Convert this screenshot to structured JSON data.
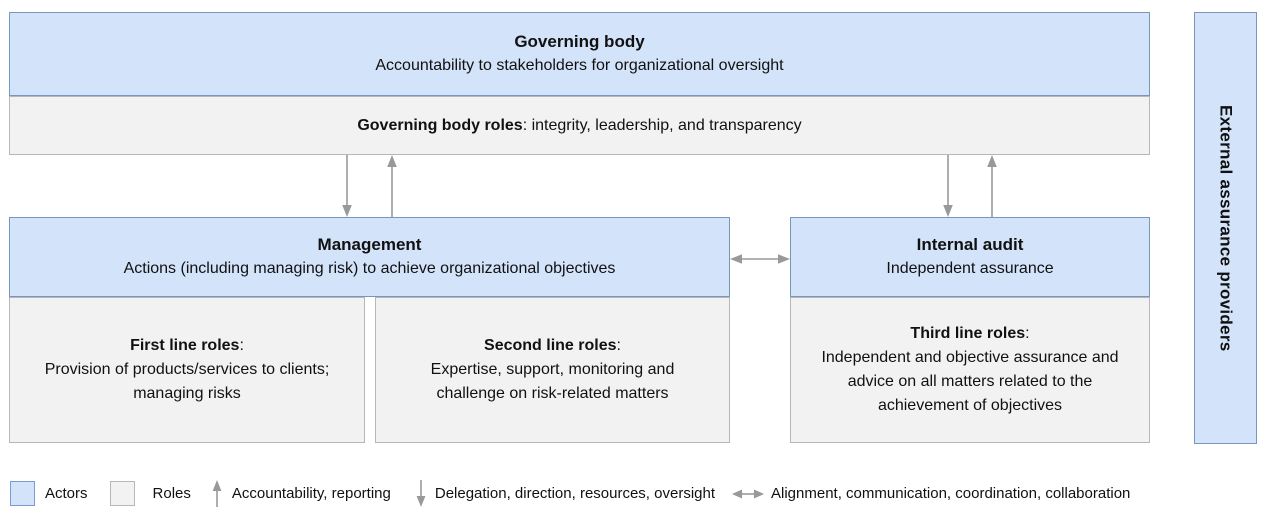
{
  "colors": {
    "actor_fill": "#d3e3fa",
    "actor_border": "#7b96bd",
    "role_fill": "#f2f2f2",
    "role_border": "#b7b7b7",
    "arrow": "#999999"
  },
  "governing_body": {
    "title": "Governing body",
    "subtitle": "Accountability to stakeholders for organizational oversight",
    "roles_label": "Governing body roles",
    "roles_text": ": integrity, leadership, and transparency"
  },
  "management": {
    "title": "Management",
    "subtitle": "Actions (including managing risk) to achieve organizational objectives"
  },
  "first_line": {
    "label": "First line roles",
    "colon": ":",
    "body": "Provision of products/services to clients; managing risks"
  },
  "second_line": {
    "label": "Second line roles",
    "colon": ":",
    "body": "Expertise, support, monitoring and challenge on risk-related matters"
  },
  "internal_audit": {
    "title": "Internal audit",
    "subtitle": "Independent assurance"
  },
  "third_line": {
    "label": "Third line roles",
    "colon": ":",
    "body": "Independent and objective assurance and advice on all matters related to the achievement of objectives"
  },
  "external_assurance": {
    "label": "External assurance providers"
  },
  "legend": {
    "actors": "Actors",
    "roles": "Roles",
    "accountability": "Accountability, reporting",
    "delegation": "Delegation, direction, resources, oversight",
    "alignment": "Alignment, communication, coordination, collaboration"
  }
}
